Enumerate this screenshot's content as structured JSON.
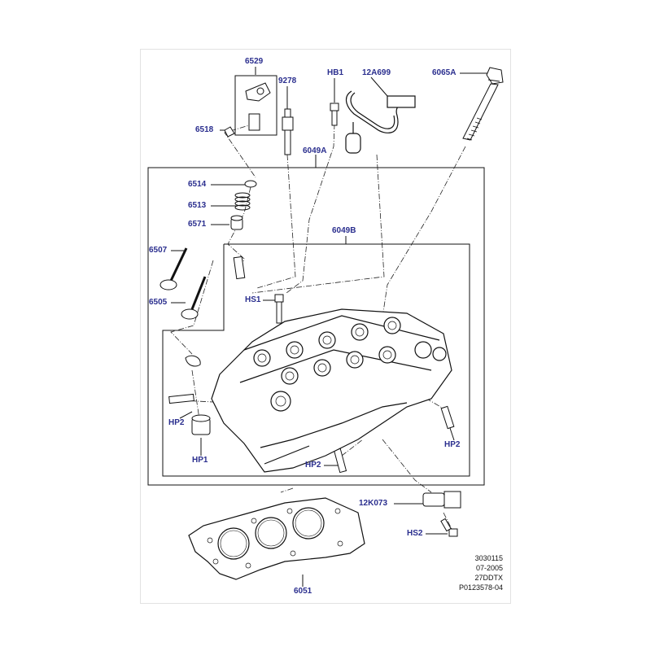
{
  "callouts": {
    "c6529": "6529",
    "c9278": "9278",
    "cHB1": "HB1",
    "c12A699": "12A699",
    "c6065A": "6065A",
    "c6518": "6518",
    "c6049A": "6049A",
    "c6514": "6514",
    "c6513": "6513",
    "c6571": "6571",
    "c6049B": "6049B",
    "c6507": "6507",
    "cHS1": "HS1",
    "c6505": "6505",
    "cHP2a": "HP2",
    "cHP1": "HP1",
    "cHP2b": "HP2",
    "cHP2c": "HP2",
    "c12K073": "12K073",
    "cHS2": "HS2",
    "c6051": "6051"
  },
  "reference": {
    "code": "3030115",
    "date": "07-2005",
    "variant": "27DDTX",
    "part_ref": "P0123578-04"
  },
  "colors": {
    "callout": "#2a2e8e",
    "line": "#111111",
    "frame": "#e2e2e2"
  }
}
